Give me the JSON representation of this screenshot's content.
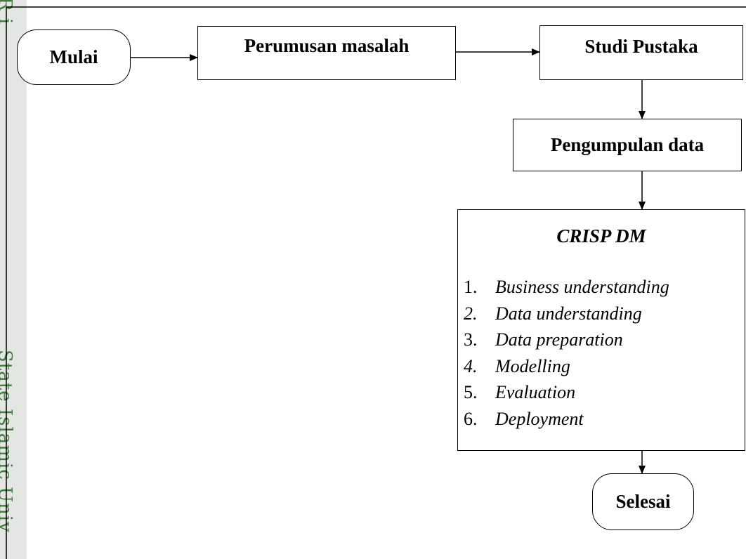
{
  "watermark": {
    "sidebar_top": "R i",
    "sidebar_main": "State Islamic Univ"
  },
  "nodes": {
    "start": "Mulai",
    "problem": "Perumusan masalah",
    "literature": "Studi Pustaka",
    "data_collection": "Pengumpulan data",
    "end": "Selesai"
  },
  "crisp": {
    "title": "CRISP DM",
    "steps": [
      {
        "num": "1.",
        "label": "Business understanding"
      },
      {
        "num": "2.",
        "label": "Data understanding"
      },
      {
        "num": "3.",
        "label": "Data preparation"
      },
      {
        "num": "4.",
        "label": "Modelling"
      },
      {
        "num": "5.",
        "label": "Evaluation"
      },
      {
        "num": "6.",
        "label": "Deployment"
      }
    ]
  },
  "colors": {
    "watermark_green": "#3f7f3a",
    "watermark_bg": "#e4e6e4"
  }
}
